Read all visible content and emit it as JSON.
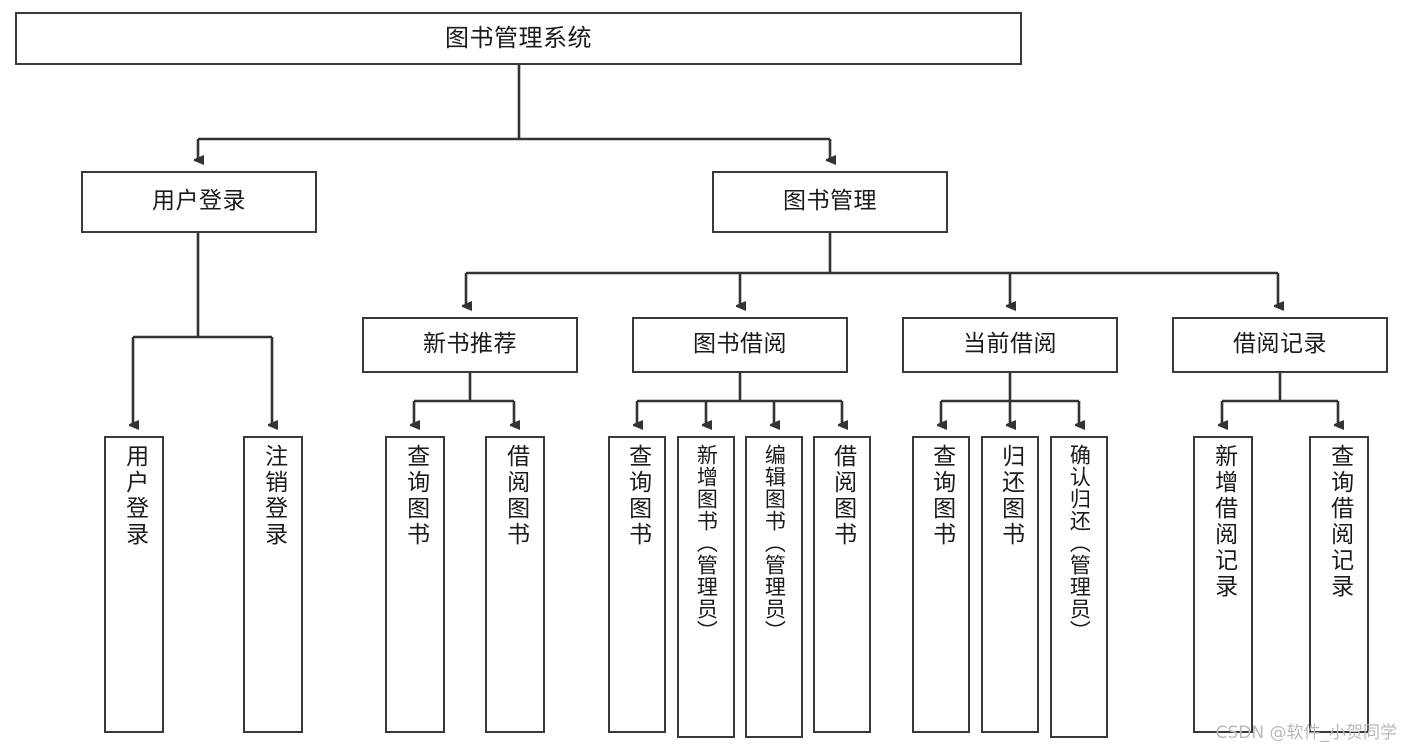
{
  "diagram": {
    "title": "图书管理系统",
    "type": "tree-hierarchy-chart",
    "watermark": "CSDN @软件_小贺同学",
    "colors": {
      "box_border": "#3a3a3a",
      "box_fill": "#ffffff",
      "connector": "#333333",
      "text": "#1b1b1b",
      "watermark": "#b9b9b9",
      "background": "#ffffff"
    },
    "root": {
      "label": "图书管理系统"
    },
    "level2": [
      {
        "label": "用户登录"
      },
      {
        "label": "图书管理"
      }
    ],
    "level3": [
      {
        "label": "新书推荐"
      },
      {
        "label": "图书借阅"
      },
      {
        "label": "当前借阅"
      },
      {
        "label": "借阅记录"
      }
    ],
    "leaves": {
      "user_login": [
        {
          "label": "用户登录"
        },
        {
          "label": "注销登录"
        }
      ],
      "new_book_recommend": [
        {
          "label": "查询图书"
        },
        {
          "label": "借阅图书"
        }
      ],
      "book_borrow": [
        {
          "label": "查询图书"
        },
        {
          "label": "新增图书（管理员）"
        },
        {
          "label": "编辑图书（管理员）"
        },
        {
          "label": "借阅图书"
        }
      ],
      "current_borrow": [
        {
          "label": "查询图书"
        },
        {
          "label": "归还图书"
        },
        {
          "label": "确认归还（管理员）"
        }
      ],
      "borrow_record": [
        {
          "label": "新增借阅记录"
        },
        {
          "label": "查询借阅记录"
        }
      ]
    }
  },
  "chart_data": {
    "type": "table",
    "title": "图书管理系统",
    "nodes": [
      {
        "id": "root",
        "label": "图书管理系统",
        "level": 0,
        "parent": null
      },
      {
        "id": "n1",
        "label": "用户登录",
        "level": 1,
        "parent": "root"
      },
      {
        "id": "n2",
        "label": "图书管理",
        "level": 1,
        "parent": "root"
      },
      {
        "id": "n1a",
        "label": "用户登录",
        "level": 2,
        "parent": "n1"
      },
      {
        "id": "n1b",
        "label": "注销登录",
        "level": 2,
        "parent": "n1"
      },
      {
        "id": "n2a",
        "label": "新书推荐",
        "level": 2,
        "parent": "n2"
      },
      {
        "id": "n2b",
        "label": "图书借阅",
        "level": 2,
        "parent": "n2"
      },
      {
        "id": "n2c",
        "label": "当前借阅",
        "level": 2,
        "parent": "n2"
      },
      {
        "id": "n2d",
        "label": "借阅记录",
        "level": 2,
        "parent": "n2"
      },
      {
        "id": "n2a1",
        "label": "查询图书",
        "level": 3,
        "parent": "n2a"
      },
      {
        "id": "n2a2",
        "label": "借阅图书",
        "level": 3,
        "parent": "n2a"
      },
      {
        "id": "n2b1",
        "label": "查询图书",
        "level": 3,
        "parent": "n2b"
      },
      {
        "id": "n2b2",
        "label": "新增图书（管理员）",
        "level": 3,
        "parent": "n2b"
      },
      {
        "id": "n2b3",
        "label": "编辑图书（管理员）",
        "level": 3,
        "parent": "n2b"
      },
      {
        "id": "n2b4",
        "label": "借阅图书",
        "level": 3,
        "parent": "n2b"
      },
      {
        "id": "n2c1",
        "label": "查询图书",
        "level": 3,
        "parent": "n2c"
      },
      {
        "id": "n2c2",
        "label": "归还图书",
        "level": 3,
        "parent": "n2c"
      },
      {
        "id": "n2c3",
        "label": "确认归还（管理员）",
        "level": 3,
        "parent": "n2c"
      },
      {
        "id": "n2d1",
        "label": "新增借阅记录",
        "level": 3,
        "parent": "n2d"
      },
      {
        "id": "n2d2",
        "label": "查询借阅记录",
        "level": 3,
        "parent": "n2d"
      }
    ]
  }
}
